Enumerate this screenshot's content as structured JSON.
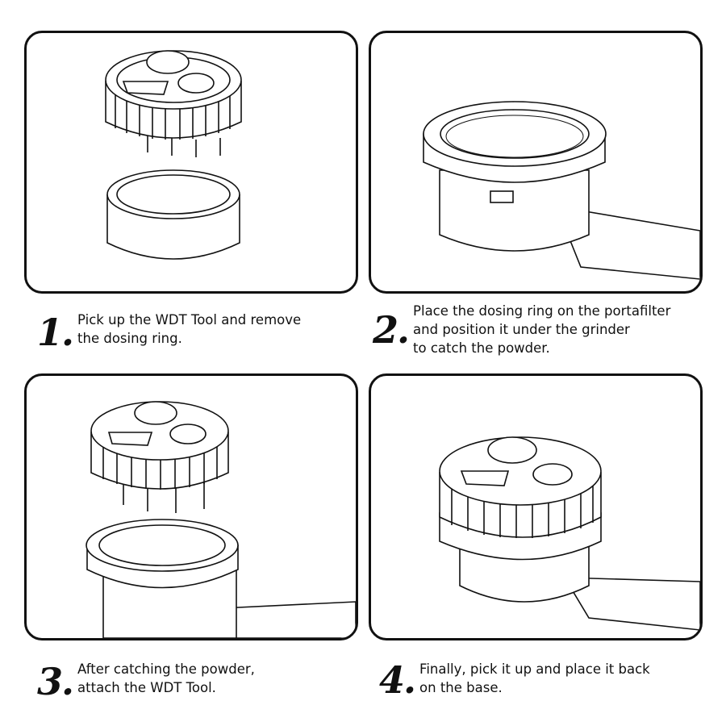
{
  "steps": [
    {
      "number": "1.",
      "text": "Pick up the WDT Tool and remove\nthe dosing ring."
    },
    {
      "number": "2.",
      "text": "Place the dosing ring on the portafilter\nand position it under the grinder\nto catch the powder."
    },
    {
      "number": "3.",
      "text": "After catching the powder,\nattach the WDT Tool."
    },
    {
      "number": "4.",
      "text": "Finally, pick it up and place it back\non the base."
    }
  ]
}
